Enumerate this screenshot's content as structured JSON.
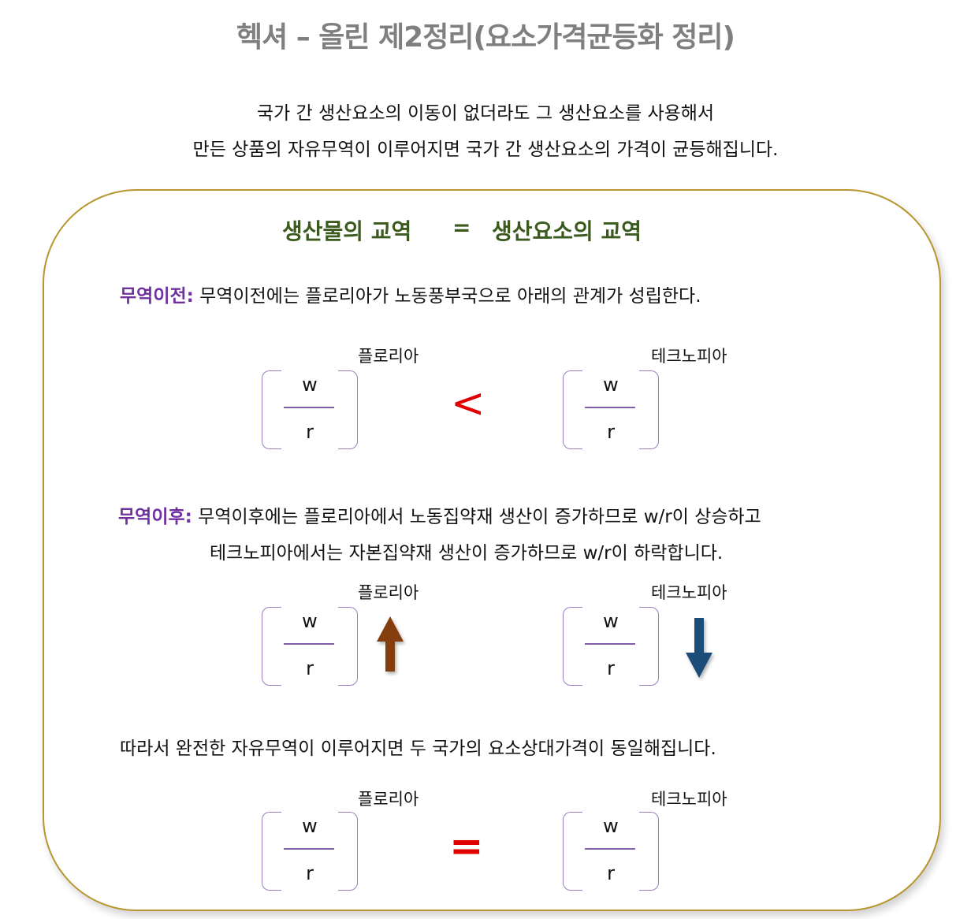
{
  "title": "헥셔 – 올린 제2정리(요소가격균등화 정리)",
  "intro": {
    "line1": "국가 간 생산요소의 이동이 없더라도 그 생산요소를 사용해서",
    "line2": "만든 상품의 자유무역이 이루어지면 국가 간 생산요소의 가격이 균등해집니다."
  },
  "heading": {
    "left": "생산물의 교역",
    "eq": "=",
    "right": "생산요소의 교역"
  },
  "before": {
    "lead": "무역이전:",
    "text": " 무역이전에는 플로리아가 노동풍부국으로 아래의 관계가 성립한다."
  },
  "after": {
    "lead": "무역이후:",
    "text1": " 무역이후에는 플로리아에서 노동집약재 생산이 증가하므로 w/r이 상승하고",
    "text2": "테크노피아에서는 자본집약재 생산이 증가하므로 w/r이 하락합니다."
  },
  "conclusion": "따라서 완전한 자유무역이 이루어지면 두 국가의 요소상대가격이 동일해집니다.",
  "countries": {
    "a": "플로리아",
    "b": "테크노피아"
  },
  "fraction": {
    "numerator": "w",
    "denominator": "r"
  },
  "relations": {
    "before": "<",
    "final": "="
  },
  "arrows": {
    "a": "up-arrow",
    "b": "down-arrow"
  },
  "colors": {
    "title": "#7f7f7f",
    "heading": "#3b5a1e",
    "lead": "#7030a0",
    "relation": "#e00000",
    "up_arrow": "#843c0c",
    "down_arrow": "#1f4e79",
    "border": "#b8962e"
  }
}
